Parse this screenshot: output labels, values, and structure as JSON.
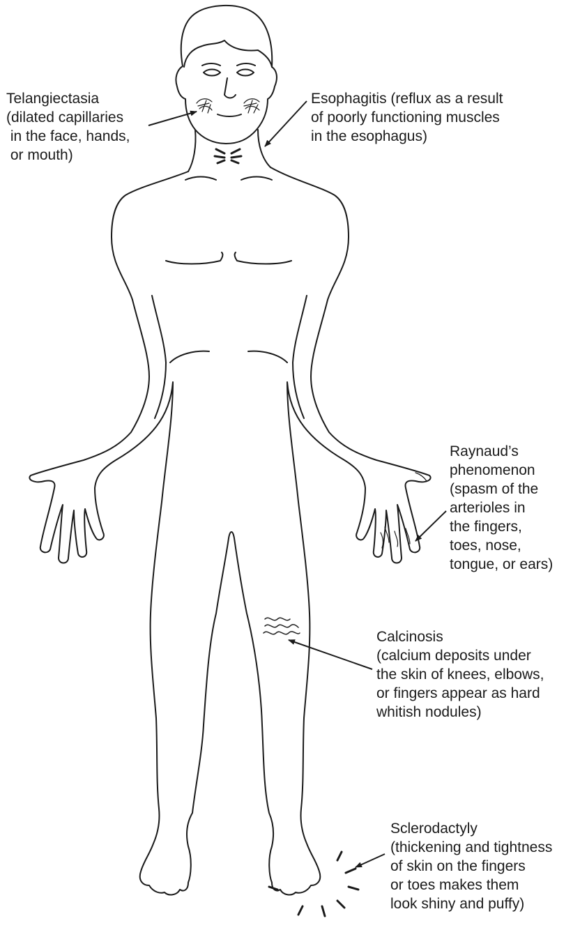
{
  "figure": {
    "annotations": [
      {
        "id": "telangiectasia",
        "lines": [
          "Telangiectasia",
          "(dilated capillaries",
          " in the face, hands,",
          " or mouth)"
        ]
      },
      {
        "id": "esophagitis",
        "lines": [
          "Esophagitis (reflux as a result",
          "of poorly functioning muscles",
          "in the esophagus)"
        ]
      },
      {
        "id": "raynaud",
        "lines": [
          "Raynaud’s",
          "phenomenon",
          "(spasm of the",
          "arterioles in",
          "the fingers,",
          "toes, nose,",
          "tongue, or ears)"
        ]
      },
      {
        "id": "calcinosis",
        "lines": [
          "Calcinosis",
          "(calcium deposits under",
          "the skin of knees, elbows,",
          "or fingers appear as hard",
          "whitish nodules)"
        ]
      },
      {
        "id": "sclerodactyly",
        "lines": [
          "Sclerodactyly",
          "(thickening and tightness",
          "of skin on the fingers",
          "or toes makes them",
          "look shiny and puffy)"
        ]
      }
    ]
  }
}
